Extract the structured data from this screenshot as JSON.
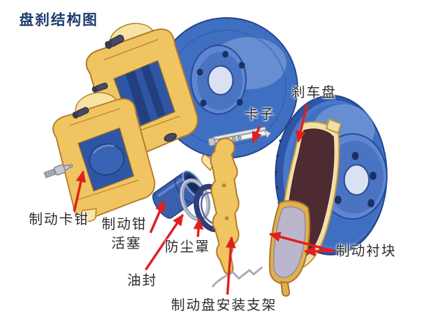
{
  "title": "盘刹结构图",
  "labels": {
    "brake_disc": "刹车盘",
    "clip": "卡子",
    "brake_caliper": "制动卡钳",
    "caliper_piston_line1": "制动钳",
    "caliper_piston_line2": "活塞",
    "dust_cover": "防尘罩",
    "oil_seal": "油封",
    "mounting_bracket": "制动盘安装支架",
    "brake_pads": "制动衬块"
  },
  "colors": {
    "background": "#ffffff",
    "title_navy": "#1d3a6b",
    "label_text": "#2d2d2d",
    "arrow_red": "#e01f1f",
    "disc_blue": "#3f6fc0",
    "disc_dark": "#24448f",
    "disc_light": "#9db9ea",
    "caliper_gold": "#f0c460",
    "caliper_shadow": "#b07a2a",
    "piston_blue": "#3a5fae",
    "seal_gray": "#9aa3b5",
    "dust_navy": "#2e3f77",
    "friction_brown": "#4e2b33",
    "backing_cream": "#f0dfa8",
    "backing_lavender": "#bcb6cd"
  }
}
